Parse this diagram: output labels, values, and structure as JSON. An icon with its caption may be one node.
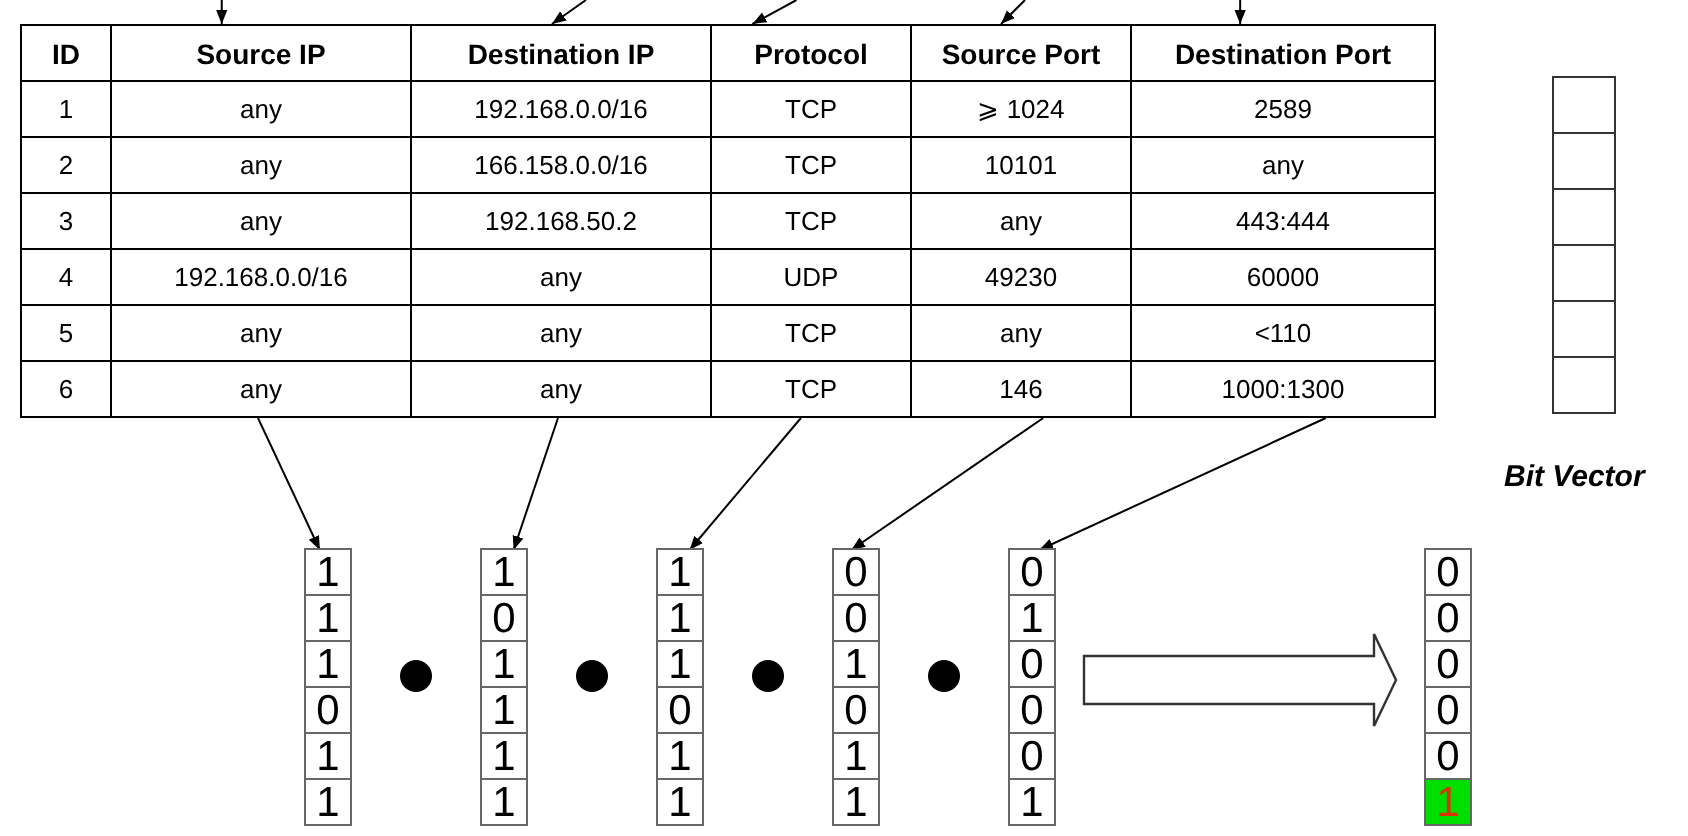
{
  "diagram": {
    "nodes": [
      {
        "text": [
          "Source IP"
        ]
      },
      {
        "text": [
          "Destination IP"
        ]
      },
      {
        "text": [
          "Protocol"
        ]
      },
      {
        "text": [
          "Source Port"
        ]
      },
      {
        "text": [
          "Destination Port"
        ]
      },
      {
        "text": [
          "any"
        ]
      },
      {
        "text": [
          "any"
        ]
      },
      {
        "text": [
          "TCP"
        ]
      },
      {
        "text": [
          "146"
        ]
      },
      {
        "text": [
          "1000:1300"
        ]
      },
      {
        "text": [
          "1",
          "1",
          "1",
          "0",
          "1",
          "1"
        ]
      },
      {
        "text": [
          "1",
          "0",
          "1",
          "1",
          "1",
          "1"
        ]
      },
      {
        "text": [
          "1",
          "1",
          "1",
          "0",
          "1",
          "1"
        ]
      },
      {
        "text": [
          "0",
          "0",
          "1",
          "0",
          "1",
          "1"
        ]
      },
      {
        "text": [
          "0",
          "1",
          "0",
          "0",
          "0",
          "1"
        ]
      },
      {
        "text": [
          "0",
          "0",
          "0",
          "0",
          "0",
          "1"
        ]
      },
      {
        "text": [],
        "shape": "box"
      }
    ],
    "edges": [
      {
        "from": null,
        "to": 0,
        "arrow": "to"
      },
      {
        "from": null,
        "to": 1,
        "arrow": "to"
      },
      {
        "from": null,
        "to": 2,
        "arrow": "to"
      },
      {
        "from": null,
        "to": 3,
        "arrow": "to"
      },
      {
        "from": null,
        "to": 4,
        "arrow": "to"
      },
      {
        "from": 5,
        "to": 10,
        "arrow": "to"
      },
      {
        "from": 6,
        "to": 11,
        "arrow": "to"
      },
      {
        "from": 7,
        "to": 12,
        "arrow": "to"
      },
      {
        "from": 8,
        "to": 13,
        "arrow": "to"
      },
      {
        "from": 9,
        "to": 14,
        "arrow": "to"
      },
      {
        "from": 14,
        "to": 15,
        "arrow": "to",
        "style": "thick"
      }
    ],
    "labels": [
      "ID",
      "1",
      "any",
      "192.168.0.0/16",
      "TCP",
      "⩾ 1024",
      "2589",
      "2",
      "any",
      "166.158.0.0/16",
      "TCP",
      "10101",
      "any",
      "3",
      "any",
      "192.168.50.2",
      "TCP",
      "any",
      "443:444",
      "4",
      "192.168.0.0/16",
      "any",
      "UDP",
      "49230",
      "60000",
      "5",
      "any",
      "any",
      "TCP",
      "any",
      "<110",
      "6",
      "Bit Vector"
    ]
  }
}
